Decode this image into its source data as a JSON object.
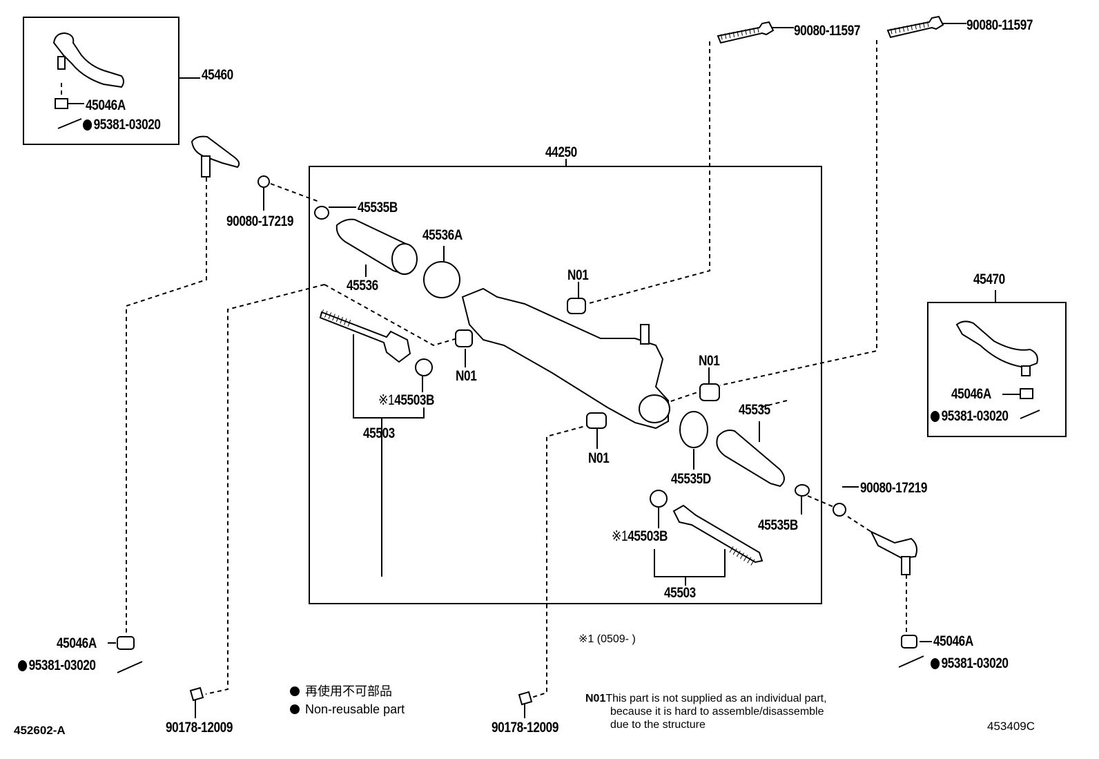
{
  "labels": {
    "box_45460": "45460",
    "box_45470": "45470",
    "assembly": "44250",
    "nut_left_box": "45046A",
    "pin_left_box": "95381-03020",
    "nut_right_box": "45046A",
    "pin_right_box": "95381-03020",
    "bolt_top_left": "90080-11597",
    "bolt_top_right": "90080-11597",
    "washer_upper_left": "90080-17219",
    "washer_lower_right": "90080-17219",
    "clamp_left": "45535B",
    "clamp_right": "45535B",
    "boot_left": "45536",
    "band_left": "45536A",
    "boot_right": "45535",
    "band_right": "45535D",
    "grommet_top": "N01",
    "grommet_left": "N01",
    "grommet_right": "N01",
    "grommet_bottom": "N01",
    "washer_left": "45503B",
    "washer_right": "45503B",
    "mark_left": "※1",
    "mark_right": "※1",
    "rod_left": "45503",
    "rod_right": "45503",
    "nut_bottom_left": "45046A",
    "pin_bottom_left": "95381-03020",
    "nut_bottom_right": "45046A",
    "pin_bottom_right": "95381-03020",
    "bolt_bottom_left": "90178-12009",
    "bolt_bottom_mid": "90178-12009"
  },
  "footnote": "※1 (0509-     )",
  "legend": {
    "jp": "再使用不可部品",
    "en": "Non-reusable part"
  },
  "note": {
    "code": "N01",
    "line1": "This part is not supplied as an individual part,",
    "line2": "because it is hard to assemble/disassemble",
    "line3": "due to the structure"
  },
  "refs": {
    "left": "452602-A",
    "right": "453409C"
  }
}
